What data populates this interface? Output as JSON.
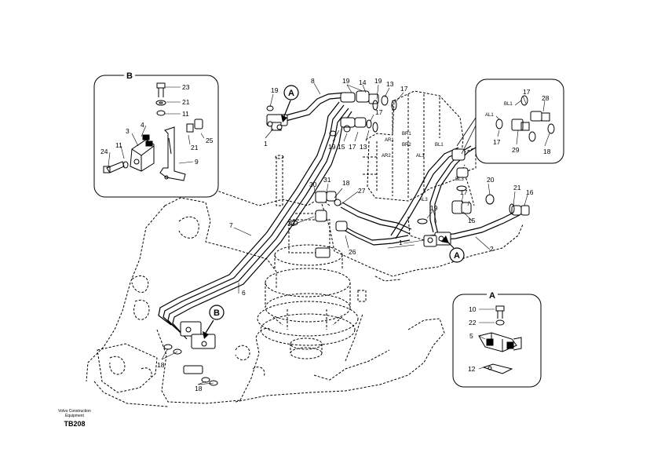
{
  "detail_b": {
    "title": "B"
  },
  "detail_a": {
    "title": "A"
  },
  "detail_r": {},
  "callouts": {
    "a1": "A",
    "a2": "A",
    "b": "B"
  },
  "labels_b": [
    "23",
    "21",
    "11",
    "4",
    "3",
    "25",
    "21",
    "11",
    "24",
    "9"
  ],
  "labels_r": [
    "17",
    "28",
    "BL1",
    "AL1",
    "17",
    "29",
    "18"
  ],
  "labels_a": [
    "10",
    "22",
    "5",
    "12"
  ],
  "labels_main": [
    "8",
    "19",
    "14",
    "19",
    "13",
    "17",
    "19",
    "1",
    "17",
    "19",
    "15",
    "17",
    "13",
    "20",
    "21",
    "16",
    "17",
    "15",
    "19",
    "2",
    "1",
    "31",
    "18",
    "27",
    "30",
    "30",
    "26",
    "7",
    "6",
    "18",
    "18"
  ],
  "labels_valve": [
    "AR1",
    "AR2",
    "BR1",
    "BR2",
    "BL1",
    "AL1",
    "AL3",
    "BL3"
  ],
  "footer": {
    "brand_line1": "Volvo Construction",
    "brand_line2": "Equipment",
    "code": "TB208"
  }
}
